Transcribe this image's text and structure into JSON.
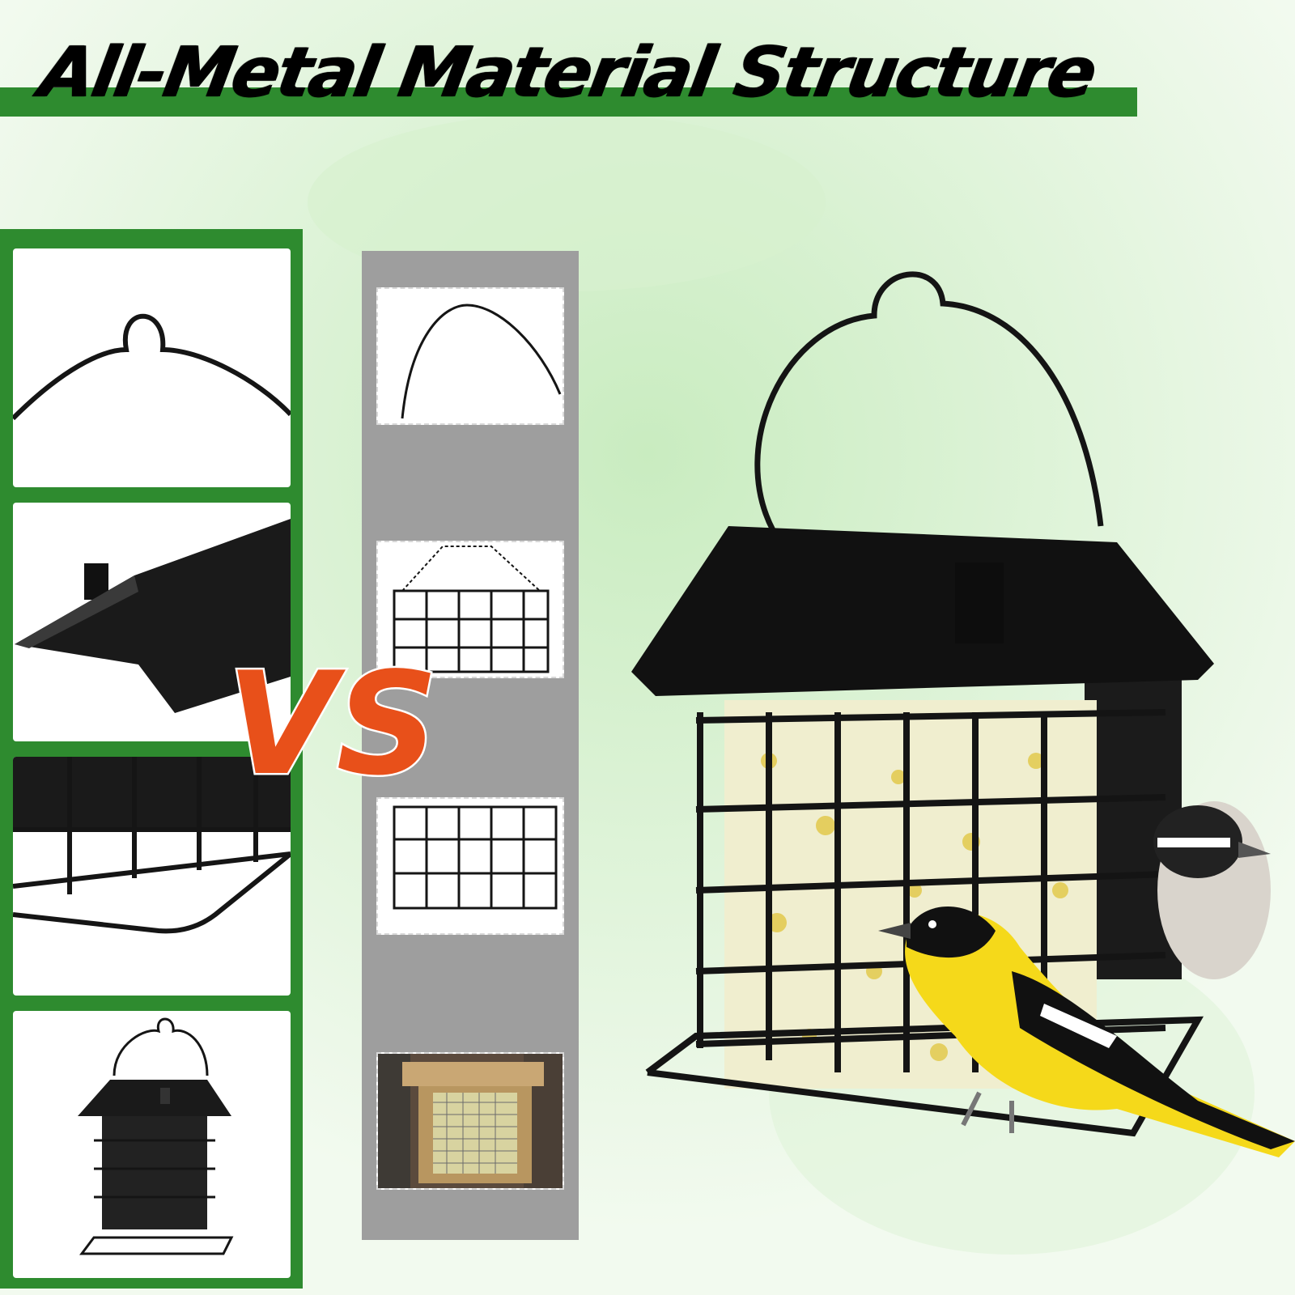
{
  "header": {
    "title": "All-Metal Material Structure"
  },
  "comparison": {
    "vs_label": "VS"
  },
  "colors": {
    "brand_green": "#2e8b2f",
    "compare_gray": "#9e9e9e",
    "vs_orange": "#e8501a",
    "metal_black": "#161616"
  },
  "left_panel": {
    "items": [
      "hanger-detail",
      "roof-detail",
      "cage-detail",
      "feeder-overview"
    ]
  },
  "right_panel": {
    "items": [
      "thin-wire-hanger",
      "chain-wire-cage",
      "plain-wire-cage",
      "wooden-feeder-photo"
    ]
  },
  "hero": {
    "subject": "black-metal-suet-feeder-with-birds"
  }
}
